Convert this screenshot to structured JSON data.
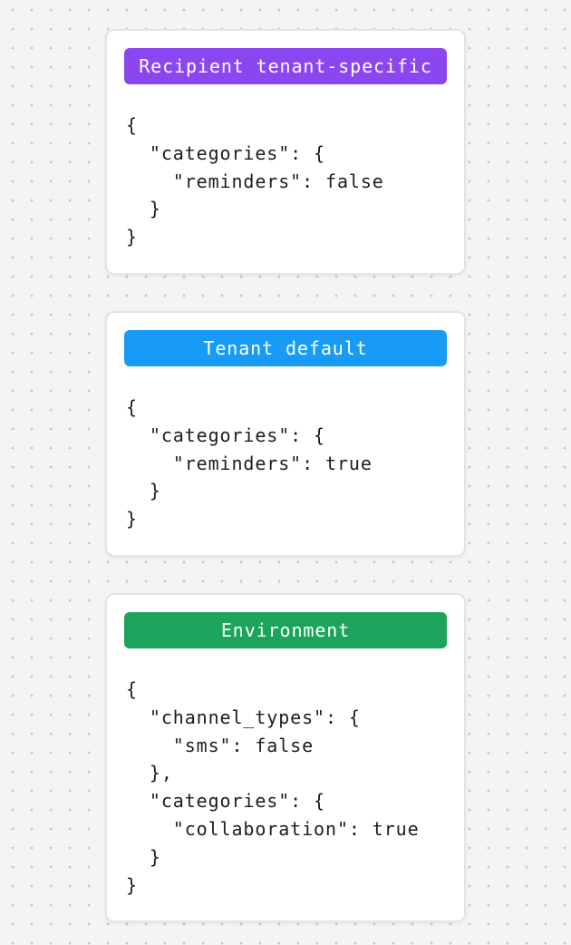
{
  "background": {
    "base_color": "#f4f4f5",
    "dot_color": "#c5c5c7"
  },
  "text_color": "#1d1d20",
  "cards": [
    {
      "badge": {
        "label": "Recipient tenant-specific",
        "color": "#8b46f0",
        "text_color": "#ffffff"
      },
      "code_lines": [
        "{",
        "  \"categories\": {",
        "    \"reminders\": false",
        "  }",
        "}"
      ]
    },
    {
      "badge": {
        "label": "Tenant default",
        "color": "#189bf5",
        "text_color": "#ffffff"
      },
      "code_lines": [
        "{",
        "  \"categories\": {",
        "    \"reminders\": true",
        "  }",
        "}"
      ]
    },
    {
      "badge": {
        "label": "Environment",
        "color": "#1ca45c",
        "text_color": "#ffffff"
      },
      "code_lines": [
        "{",
        "  \"channel_types\": {",
        "    \"sms\": false",
        "  },",
        "  \"categories\": {",
        "    \"collaboration\": true",
        "  }",
        "}"
      ]
    }
  ]
}
